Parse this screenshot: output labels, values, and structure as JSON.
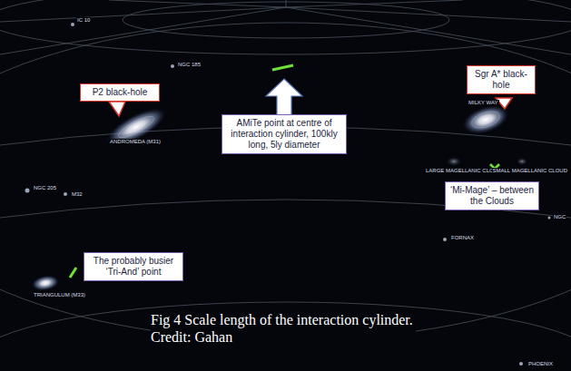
{
  "diagram": {
    "caption": "Fig 4 Scale length of the interaction cylinder. Credit: Gahan",
    "nodes": [
      {
        "text": [
          "P2 black-hole"
        ]
      },
      {
        "text": [
          "Sgr A* black-hole"
        ]
      },
      {
        "text": [
          "AMiTe point at centre of interaction cylinder, 100kly long, 5ly diameter"
        ]
      },
      {
        "text": [
          "‘Mi-Mage’ – between the Clouds"
        ]
      },
      {
        "text": [
          "The probably busier ‘Tri-And’ point"
        ]
      }
    ],
    "labels": [
      "IC 10",
      "NGC 185",
      "ANDROMEDA (M31)",
      "NGC 205",
      "M32",
      "TRIANGULUM (M33)",
      "MILKY WAY",
      "LARGE MAGELLANIC CLOUD",
      "SMALL MAGELLANIC CLOUD",
      "FORNAX",
      "NGC",
      "PHOENIX"
    ]
  }
}
